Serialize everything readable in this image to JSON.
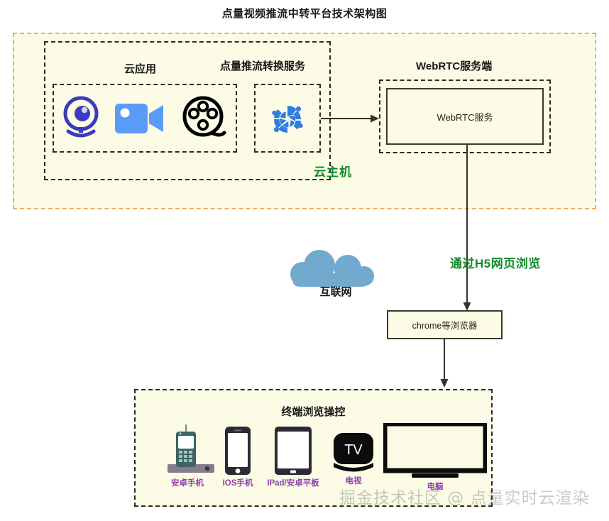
{
  "title": "点量视频推流中转平台技术架构图",
  "colors": {
    "region_bg": "#fbfbe6",
    "outer_dash": "#f0ad68",
    "inner_dash": "#2b2b1f",
    "green_accent": "#128a2c",
    "purple_label": "#8e3fa8",
    "cloud_blue": "#72a9ce",
    "videocam_blue": "#5b9bf8",
    "webcam_indigo": "#3b3bbf",
    "globe_blue": "#2f7de1"
  },
  "cloud_host": {
    "label": "云主机",
    "sections": {
      "cloud_app": {
        "heading": "云应用",
        "icons": [
          {
            "name": "webcam-icon",
            "label": "webcam"
          },
          {
            "name": "video-camera-icon",
            "label": "video camera"
          },
          {
            "name": "film-reel-icon",
            "label": "film reel"
          }
        ]
      },
      "transcode": {
        "heading": "点量推流转换服务",
        "icons": [
          {
            "name": "globe-network-icon",
            "label": "globe network"
          }
        ]
      },
      "webrtc": {
        "heading": "WebRTC服务端",
        "box_label": "WebRTC服务"
      }
    }
  },
  "internet": {
    "label": "互联网",
    "icon": "cloud-icon"
  },
  "h5_flow_label": "通过H5网页浏览",
  "browser": {
    "label": "chrome等浏览器"
  },
  "terminal": {
    "heading": "终端浏览操控",
    "devices": [
      {
        "label": "安卓手机",
        "icon": "retro-phone-icon"
      },
      {
        "label": "IOS手机",
        "icon": "iphone-icon"
      },
      {
        "label": "IPad/安卓平板",
        "icon": "tablet-icon"
      },
      {
        "label": "电视",
        "icon": "tv-box-icon",
        "badge": "TV"
      },
      {
        "label": "电脑",
        "icon": "monitor-icon"
      }
    ]
  },
  "watermark": "掘金技术社区 @ 点量实时云渲染"
}
